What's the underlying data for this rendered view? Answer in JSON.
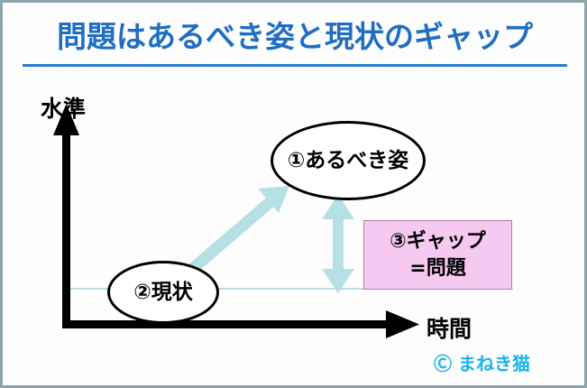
{
  "slide": {
    "title": "問題はあるべき姿と現状のギャップ",
    "title_color": "#1f6ec2",
    "background_color": "#ffffff",
    "border_color": "#8ca4a9"
  },
  "axes": {
    "y_label": "水準",
    "x_label": "時間",
    "color": "#000000"
  },
  "nodes": {
    "ideal": {
      "label": "①あるべき姿",
      "shape": "ellipse"
    },
    "current": {
      "label": "②現状",
      "shape": "ellipse"
    }
  },
  "gap_box": {
    "line1": "③ギャップ",
    "line2": "=問題",
    "fill_color": "#f6c9f0",
    "border_color": "#b07ab0"
  },
  "arrows": {
    "growth_arrow_color": "#b5e0e4",
    "gap_arrow_color": "#b5e0e4",
    "guide_line_color": "#b9dde2"
  },
  "footer": {
    "credit": "Ⓒ まねき猫",
    "color": "#18b4e9"
  }
}
